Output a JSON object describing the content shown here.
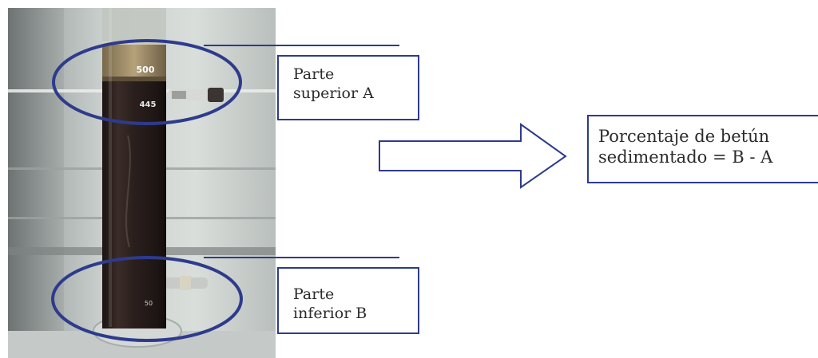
{
  "labels": {
    "top": {
      "line1": "Parte",
      "line2": "superior A"
    },
    "bottom": {
      "line1": "Parte",
      "line2": "inferior B"
    },
    "formula": {
      "line1": "Porcentaje de betún",
      "line2": "sedimentado = B - A"
    }
  },
  "cylinder_marks": {
    "top": "500",
    "upper": "445",
    "bottom": "50"
  },
  "colors": {
    "ellipse": "#2e3b8c",
    "connector": "#2e3b8c",
    "box_border": "#2e3b8c",
    "arrow": "#2e3b8c",
    "bitumen": "#2a1f1c"
  }
}
